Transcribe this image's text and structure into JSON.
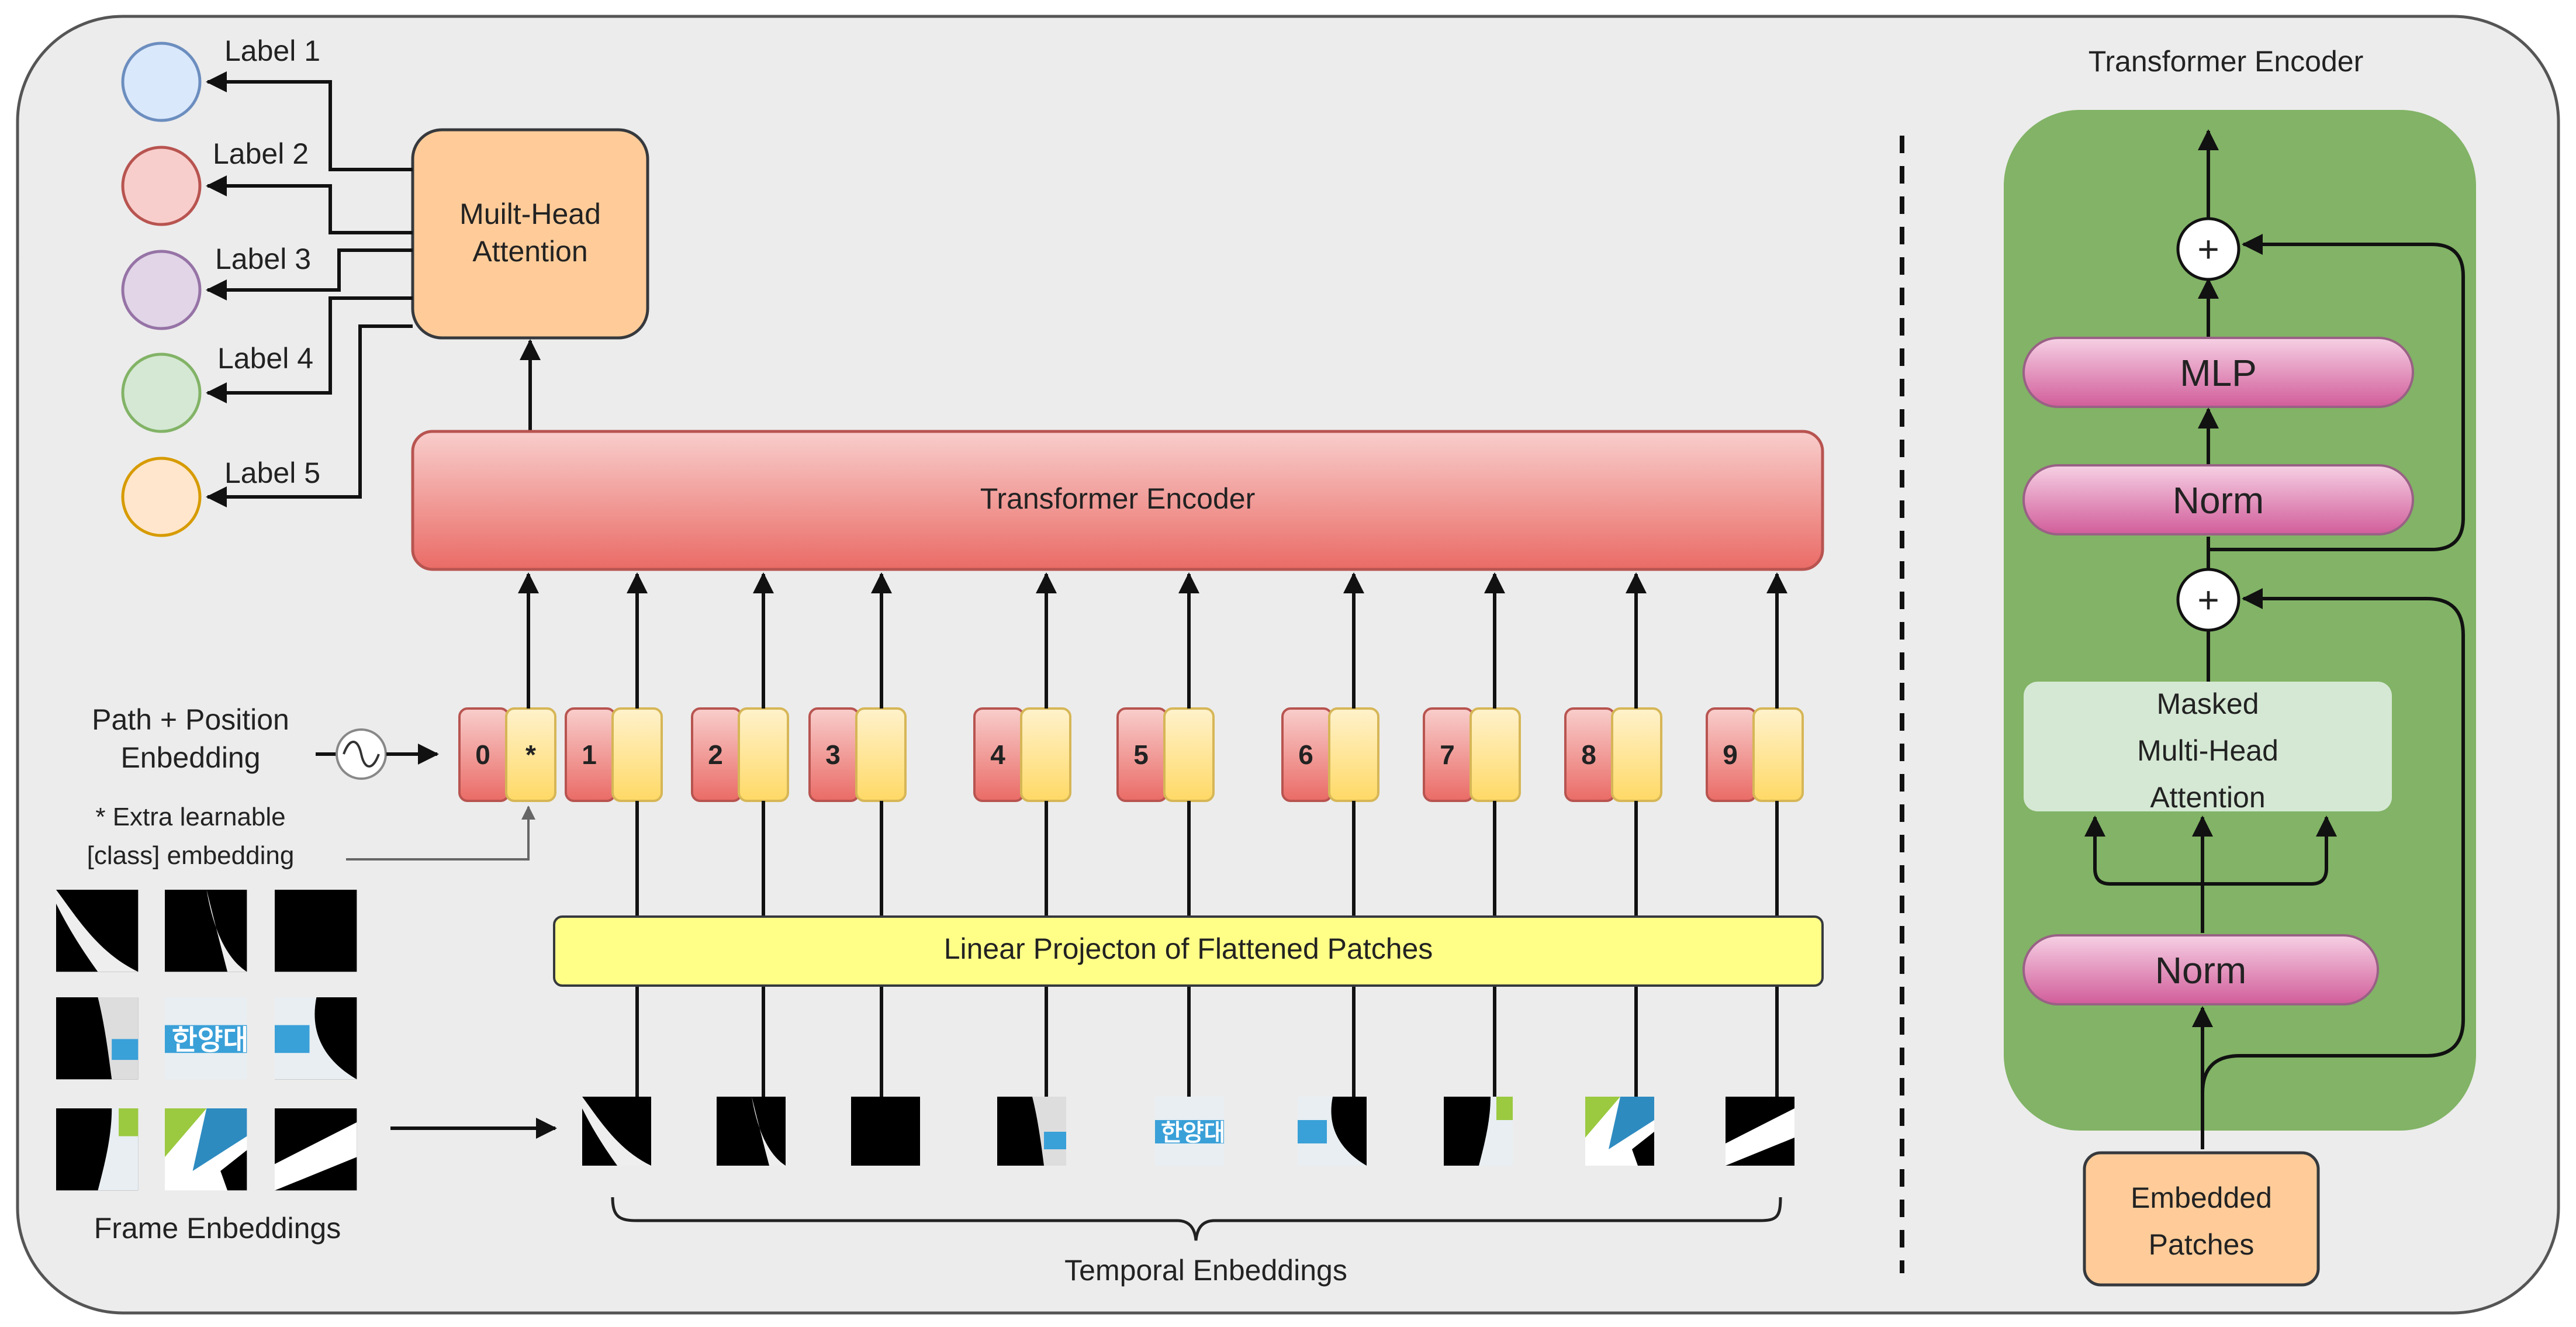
{
  "left": {
    "labels": [
      "Label 1",
      "Label 2",
      "Label 3",
      "Label 4",
      "Label 5"
    ],
    "label_colors": {
      "fills": [
        "#dae8fc",
        "#f8cecc",
        "#e1d5e7",
        "#d5e8d4",
        "#ffe6cc"
      ],
      "strokes": [
        "#6c8ebf",
        "#b85450",
        "#9673a6",
        "#82b366",
        "#d79b00"
      ]
    },
    "attention_box": {
      "line1": "Muilt-Head",
      "line2": "Attention"
    },
    "encoder_title": "Transformer Encoder",
    "path_position": {
      "line1": "Path + Position",
      "line2": "Enbedding"
    },
    "extra_note": {
      "line1": "* Extra learnable",
      "line2": "[class] embedding"
    },
    "tokens": [
      "0",
      "1",
      "2",
      "3",
      "4",
      "5",
      "6",
      "7",
      "8",
      "9"
    ],
    "class_token_symbol": "*",
    "linear_projection": "Linear Projecton of Flattened Patches",
    "frame_embeddings": "Frame Enbeddings",
    "temporal_embeddings": "Temporal Enbeddings"
  },
  "right": {
    "title": "Transformer Encoder",
    "plus": "+",
    "mlp": "MLP",
    "norm_top": "Norm",
    "attention": {
      "line1": "Masked",
      "line2": "Multi-Head",
      "line3": "Attention"
    },
    "norm_bottom": "Norm",
    "embedded": {
      "line1": "Embedded",
      "line2": "Patches"
    }
  },
  "colors": {
    "panel_bg": "#ececec",
    "encoder_green": "#82b366",
    "pink_block": "#e6a0c4",
    "orange_box": "#ffcc99",
    "yellow_bar": "#ffff88",
    "token_red": "#f19c99",
    "token_yellow": "#ffd966",
    "encoder_red": "#ea6b66"
  }
}
